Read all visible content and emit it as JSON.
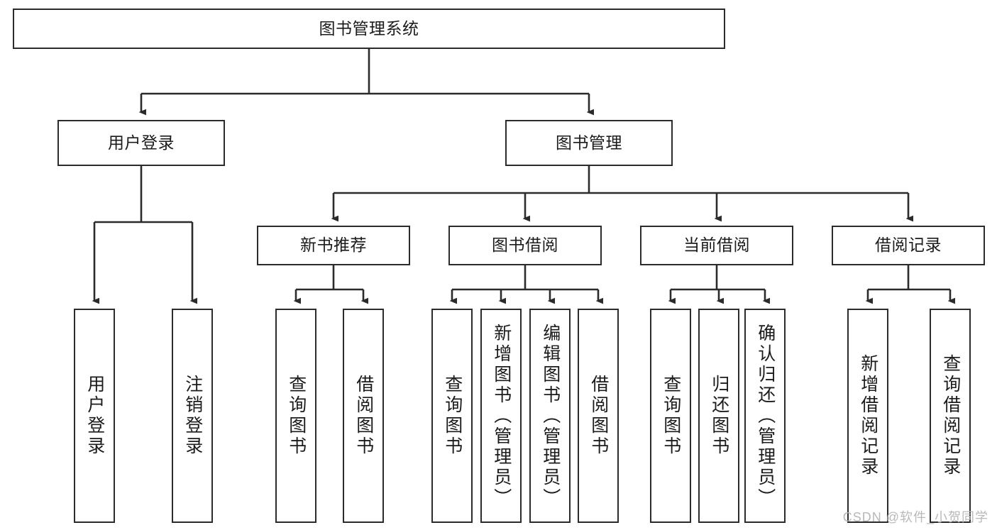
{
  "diagram": {
    "title": "图书管理系统",
    "type": "tree",
    "watermark": "CSDN @软件_小贺同学",
    "colors": {
      "background": "#ffffff",
      "stroke": "#2b2b2b",
      "text": "#1b1b1b",
      "watermark": "#b9b9b9"
    },
    "nodes": {
      "root": {
        "label": "图书管理系统"
      },
      "level2": [
        {
          "id": "user-login",
          "label": "用户登录"
        },
        {
          "id": "book-manage",
          "label": "图书管理"
        }
      ],
      "level3": [
        {
          "id": "new-book-recommend",
          "label": "新书推荐"
        },
        {
          "id": "book-borrow",
          "label": "图书借阅"
        },
        {
          "id": "current-borrow",
          "label": "当前借阅"
        },
        {
          "id": "borrow-record",
          "label": "借阅记录"
        }
      ],
      "leaves": {
        "user-login": [
          {
            "id": "leaf-user-login",
            "label": "用户登录"
          },
          {
            "id": "leaf-user-logout",
            "label": "注销登录"
          }
        ],
        "new-book-recommend": [
          {
            "id": "leaf-query-book-1",
            "label": "查询图书"
          },
          {
            "id": "leaf-borrow-book-1",
            "label": "借阅图书"
          }
        ],
        "book-borrow": [
          {
            "id": "leaf-query-book-2",
            "label": "查询图书"
          },
          {
            "id": "leaf-add-book",
            "label": "新增图书（管理员）"
          },
          {
            "id": "leaf-edit-book",
            "label": "编辑图书（管理员）"
          },
          {
            "id": "leaf-borrow-book-2",
            "label": "借阅图书"
          }
        ],
        "current-borrow": [
          {
            "id": "leaf-query-book-3",
            "label": "查询图书"
          },
          {
            "id": "leaf-return-book",
            "label": "归还图书"
          },
          {
            "id": "leaf-confirm-return",
            "label": "确认归还（管理员）"
          }
        ],
        "borrow-record": [
          {
            "id": "leaf-add-record",
            "label": "新增借阅记录"
          },
          {
            "id": "leaf-query-record",
            "label": "查询借阅记录"
          }
        ]
      }
    }
  }
}
